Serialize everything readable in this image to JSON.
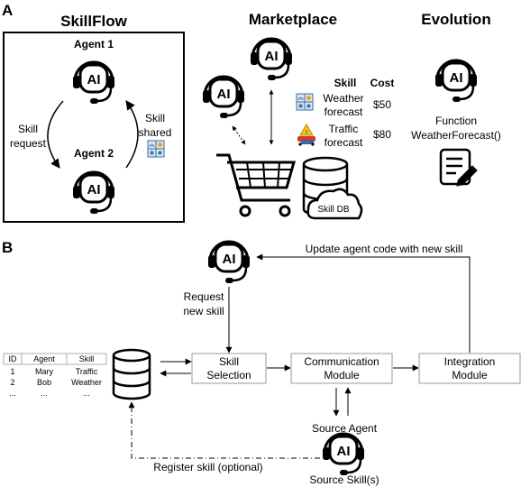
{
  "panel_a": {
    "label": "A",
    "skillflow": {
      "title": "SkillFlow",
      "agent1": "Agent 1",
      "agent2": "Agent 2",
      "skill_request": [
        "Skill",
        "request"
      ],
      "skill_shared": [
        "Skill",
        "shared"
      ]
    },
    "marketplace": {
      "title": "Marketplace",
      "col_skill": "Skill",
      "col_cost": "Cost",
      "rows": [
        {
          "skill": [
            "Weather",
            "forecast"
          ],
          "cost": "$50"
        },
        {
          "skill": [
            "Traffic",
            "forecast"
          ],
          "cost": "$80"
        }
      ],
      "db_label": "Skill DB"
    },
    "evolution": {
      "title": "Evolution",
      "function_label": [
        "Function",
        "WeatherForecast()"
      ]
    },
    "ai_text": "AI"
  },
  "panel_b": {
    "label": "B",
    "update_text": "Update agent code with new skill",
    "request_text": [
      "Request",
      "new skill"
    ],
    "skill_selection": [
      "Skill",
      "Selection"
    ],
    "communication": [
      "Communication",
      "Module"
    ],
    "integration": [
      "Integration",
      "Module"
    ],
    "source_agent": "Source Agent",
    "source_skills": "Source Skill(s)",
    "register": "Register skill (optional)",
    "table": {
      "headers": [
        "ID",
        "Agent",
        "Skill"
      ],
      "rows": [
        [
          "1",
          "Mary",
          "Traffic"
        ],
        [
          "2",
          "Bob",
          "Weather"
        ],
        [
          "...",
          "...",
          "..."
        ]
      ]
    }
  },
  "icons": [
    "ai-headset-icon",
    "shopping-cart-icon",
    "database-icon",
    "cloud-icon",
    "weather-icon",
    "traffic-icon",
    "document-icon"
  ]
}
